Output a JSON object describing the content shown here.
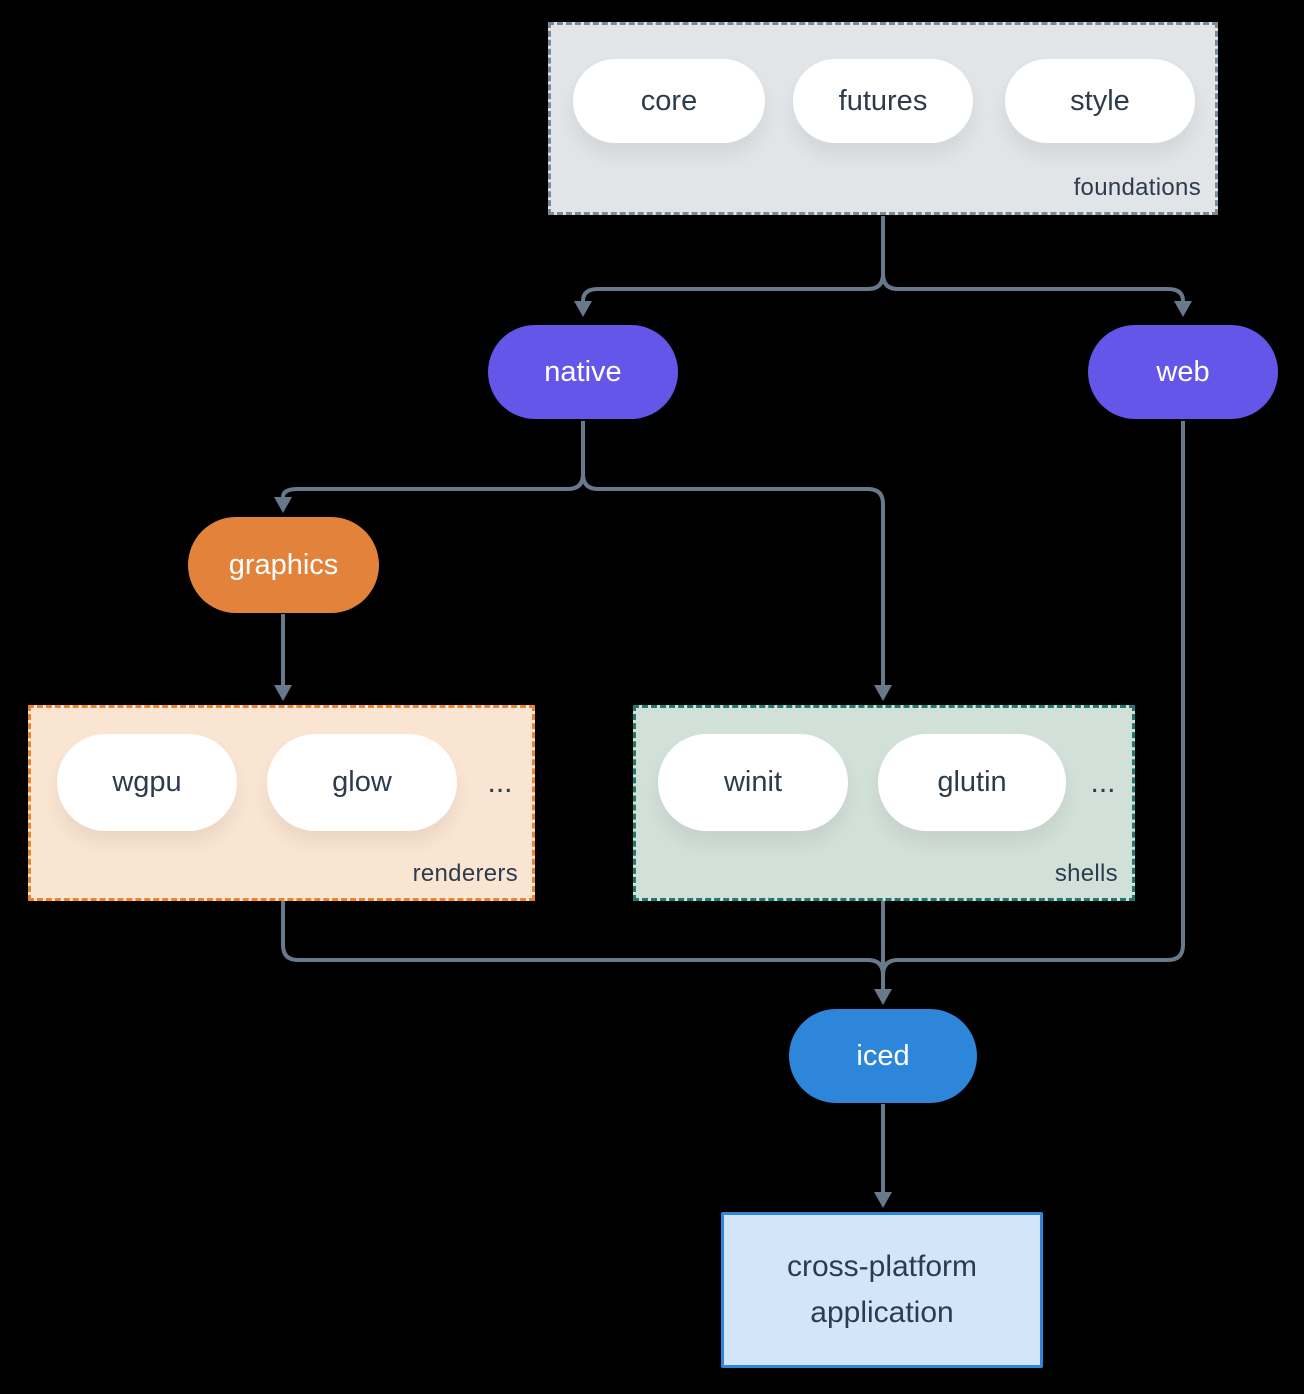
{
  "diagram": {
    "foundations": {
      "label": "foundations",
      "pills": [
        "core",
        "futures",
        "style"
      ]
    },
    "native": {
      "label": "native"
    },
    "web": {
      "label": "web"
    },
    "graphics": {
      "label": "graphics"
    },
    "renderers": {
      "label": "renderers",
      "pills": [
        "wgpu",
        "glow"
      ],
      "more": "..."
    },
    "shells": {
      "label": "shells",
      "pills": [
        "winit",
        "glutin"
      ],
      "more": "..."
    },
    "iced": {
      "label": "iced"
    },
    "application": {
      "label": "cross-platform application"
    }
  },
  "colors": {
    "background": "#000000",
    "line": "#68798c",
    "text-dark": "#2d3c4d",
    "purple": "#6456e9",
    "orange": "#e2823b",
    "blue": "#2e86db",
    "foundations-bg": "#e1e5e8",
    "foundations-border": "#7b8a98",
    "renderers-bg": "#fae5d3",
    "renderers-border": "#e8862f",
    "shells-bg": "#d2e0da",
    "shells-border": "#1f7a6d",
    "app-bg": "#d3e5f8",
    "app-border": "#2e86de"
  }
}
